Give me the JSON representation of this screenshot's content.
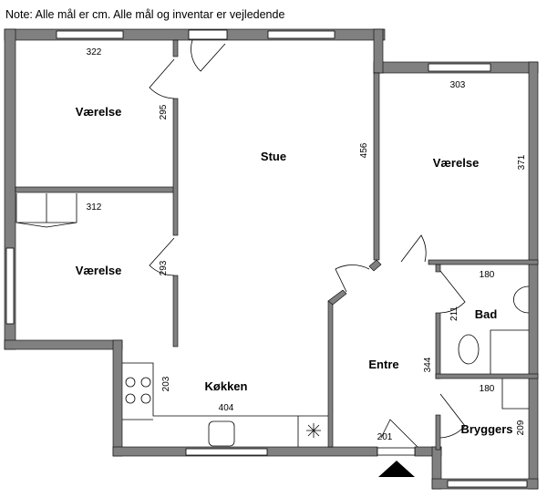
{
  "note": "Note: Alle mål er cm. Alle mål og inventar er vejledende",
  "rooms": {
    "vaerelse_top_left": {
      "label": "Værelse",
      "width": "322",
      "height": "295"
    },
    "vaerelse_bottom_left": {
      "label": "Værelse",
      "width": "312",
      "height": "293"
    },
    "stue": {
      "label": "Stue",
      "height": "456"
    },
    "vaerelse_right": {
      "label": "Værelse",
      "width": "303",
      "height": "371"
    },
    "bad": {
      "label": "Bad",
      "width": "180",
      "height": "211"
    },
    "entre": {
      "label": "Entre",
      "height": "344",
      "width": "201"
    },
    "bryggers": {
      "label": "Bryggers",
      "width": "180",
      "height": "209"
    },
    "koekken": {
      "label": "Køkken",
      "width": "404",
      "height": "203"
    }
  },
  "colors": {
    "wall": "#808080",
    "line": "#000000"
  }
}
